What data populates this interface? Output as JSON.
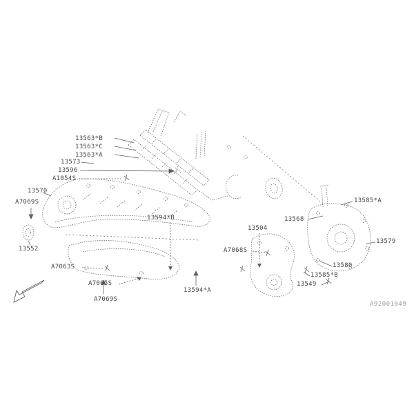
{
  "diagram": {
    "watermark": "A92001049",
    "colors": {
      "background": "#ffffff",
      "line": "#5f5f5f",
      "label": "#454545",
      "watermark": "#9b9b9b"
    },
    "labels": [
      {
        "text": "13563*B"
      },
      {
        "text": "13563*C"
      },
      {
        "text": "13563*A"
      },
      {
        "text": "13573"
      },
      {
        "text": "13596"
      },
      {
        "text": "A1054S"
      },
      {
        "text": "13570"
      },
      {
        "text": "A7069S"
      },
      {
        "text": "13552"
      },
      {
        "text": "13594*B"
      },
      {
        "text": "A7063S"
      },
      {
        "text": "A7065S"
      },
      {
        "text": "A7069S"
      },
      {
        "text": "13594*A"
      },
      {
        "text": "13568"
      },
      {
        "text": "13585*A"
      },
      {
        "text": "13579"
      },
      {
        "text": "13504"
      },
      {
        "text": "A7068S"
      },
      {
        "text": "13580"
      },
      {
        "text": "13585*B"
      },
      {
        "text": "13549"
      }
    ]
  }
}
